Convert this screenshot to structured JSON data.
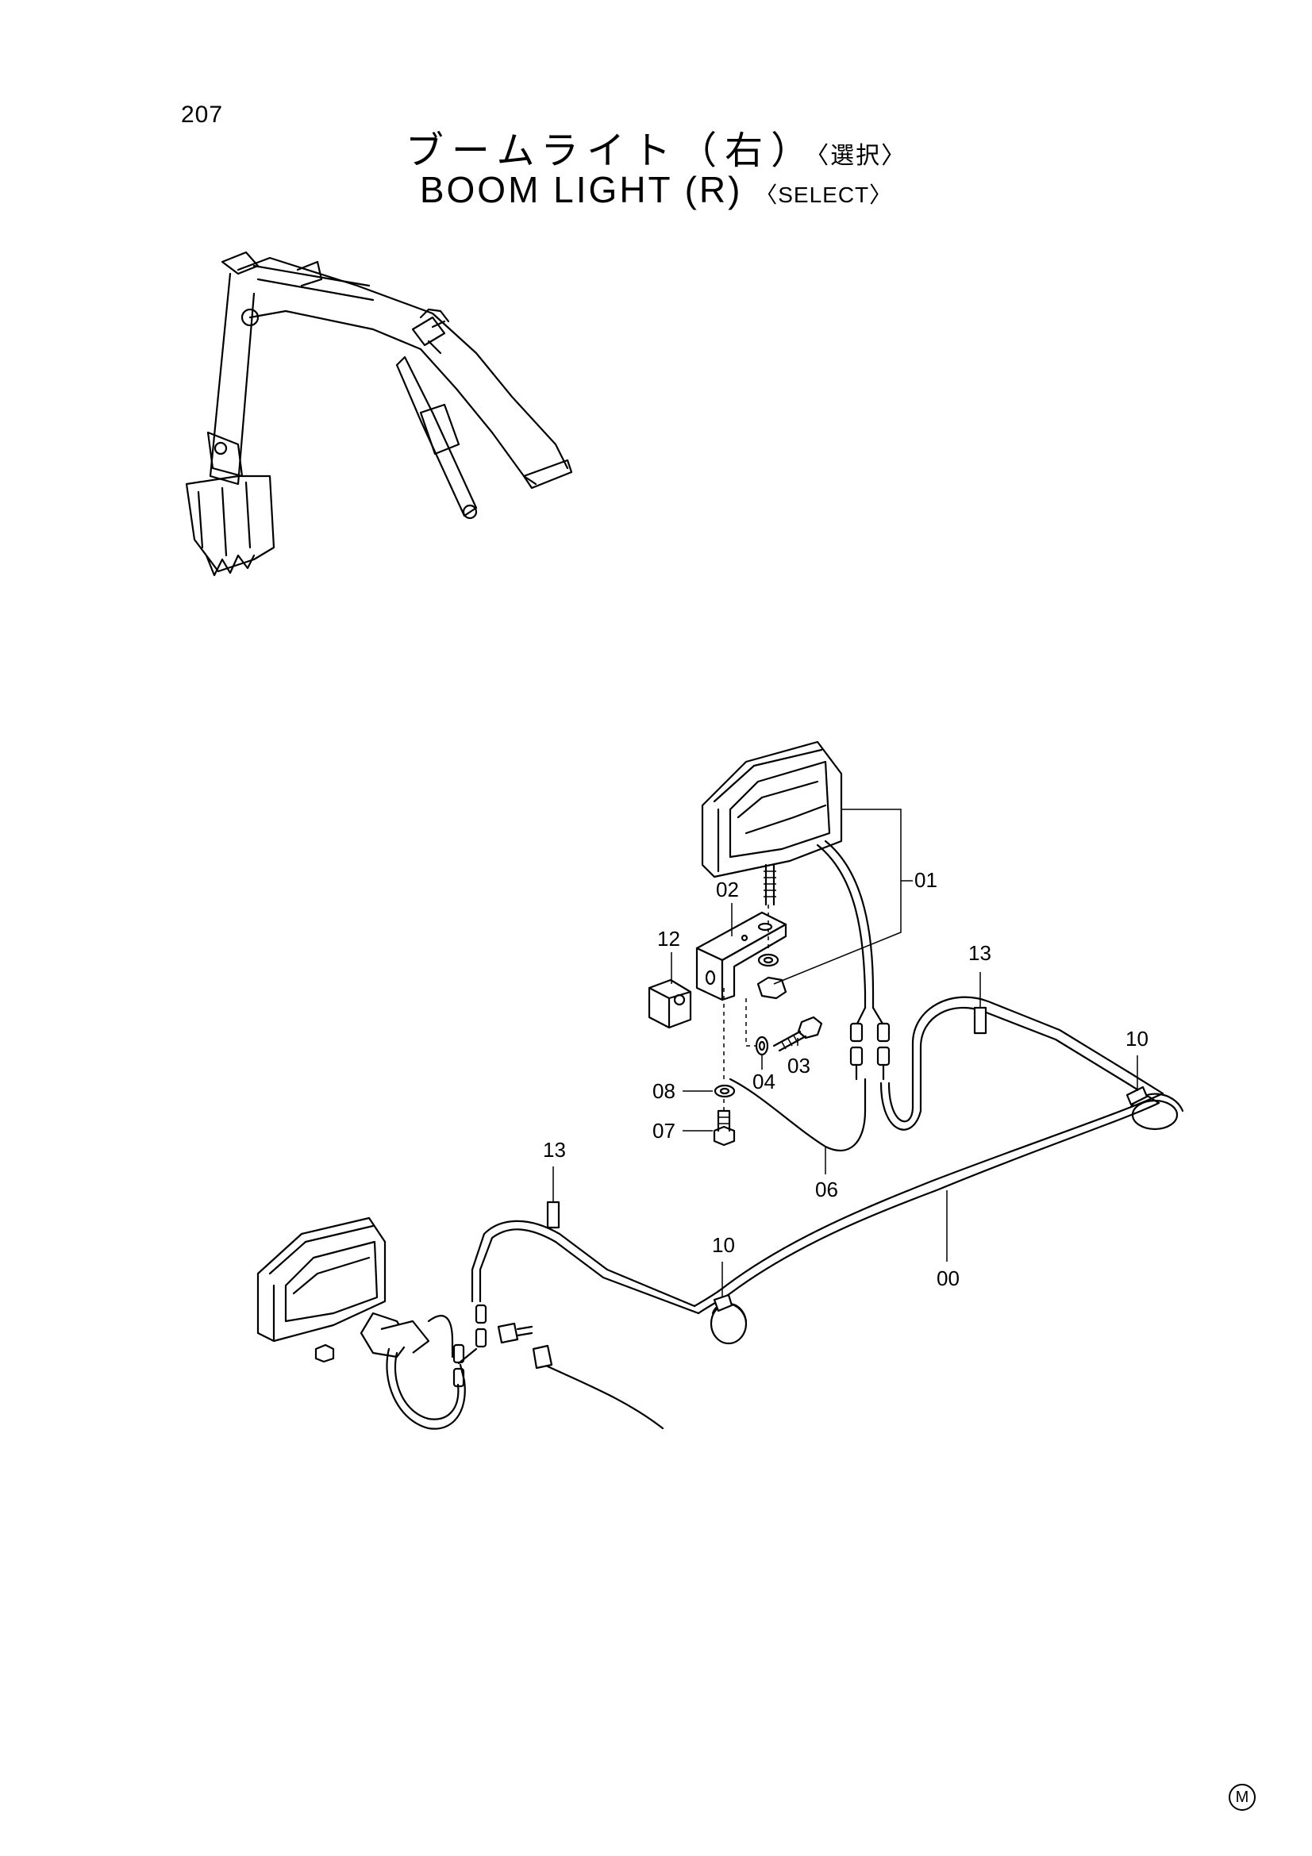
{
  "page_number": "207",
  "title": {
    "japanese": "ブームライト（右）",
    "japanese_qualifier": "〈選択〉",
    "english": "BOOM LIGHT (R)",
    "english_qualifier": "〈SELECT〉"
  },
  "callouts": [
    {
      "id": "callout-00",
      "label": "00"
    },
    {
      "id": "callout-01",
      "label": "01"
    },
    {
      "id": "callout-02",
      "label": "02"
    },
    {
      "id": "callout-03",
      "label": "03"
    },
    {
      "id": "callout-04",
      "label": "04"
    },
    {
      "id": "callout-06",
      "label": "06"
    },
    {
      "id": "callout-07",
      "label": "07"
    },
    {
      "id": "callout-08",
      "label": "08"
    },
    {
      "id": "callout-10a",
      "label": "10"
    },
    {
      "id": "callout-10b",
      "label": "10"
    },
    {
      "id": "callout-12",
      "label": "12"
    },
    {
      "id": "callout-13a",
      "label": "13"
    },
    {
      "id": "callout-13b",
      "label": "13"
    }
  ],
  "maker_mark": "M"
}
